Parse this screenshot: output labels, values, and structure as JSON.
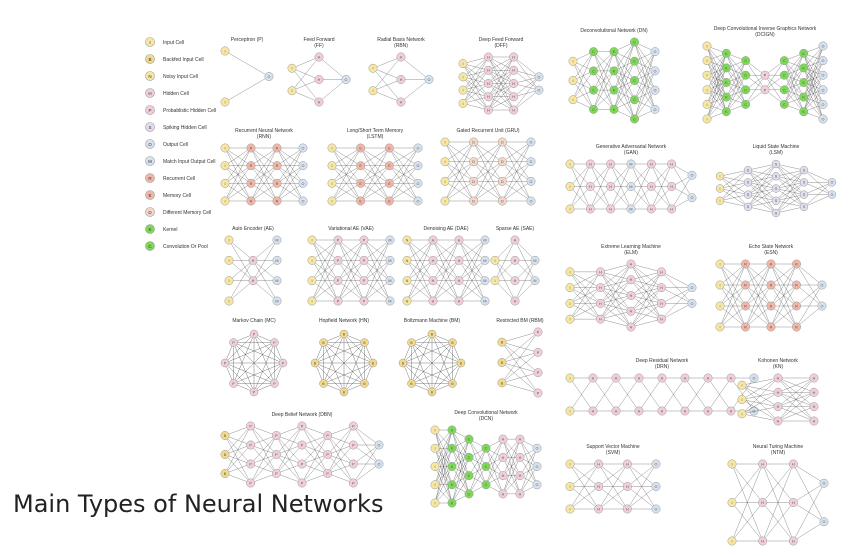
{
  "caption": "Main Types of Neural Networks",
  "colors": {
    "I": "#f7e7a3",
    "B": "#f3d98a",
    "N": "#f7e7a3",
    "H": "#f1cfd9",
    "P": "#f1cfd9",
    "S": "#e3dbee",
    "O": "#d7e2f0",
    "M": "#d7e2f0",
    "R": "#f2b6a8",
    "E": "#f2b6a8",
    "D": "#f4d7c7",
    "K": "#7ed957",
    "C": "#7ed957",
    "edge": "#444444",
    "stroke": "#999999"
  },
  "legend": [
    {
      "code": "I",
      "label": "Input Cell"
    },
    {
      "code": "B",
      "label": "Backfed Input Cell"
    },
    {
      "code": "N",
      "label": "Noisy Input Cell"
    },
    {
      "code": "H",
      "label": "Hidden Cell"
    },
    {
      "code": "P",
      "label": "Probablistic Hidden Cell"
    },
    {
      "code": "S",
      "label": "Spiking Hidden Cell"
    },
    {
      "code": "O",
      "label": "Output Cell"
    },
    {
      "code": "M",
      "label": "Match Input Output Cell"
    },
    {
      "code": "R",
      "label": "Recurrent Cell"
    },
    {
      "code": "E",
      "label": "Memory Cell"
    },
    {
      "code": "D",
      "label": "Different Memory Cell"
    },
    {
      "code": "K",
      "label": "Kernel"
    },
    {
      "code": "C",
      "label": "Convolution Or Pool"
    }
  ],
  "networks": [
    {
      "id": "p",
      "title": [
        "Perceptron (P)"
      ],
      "layers": [
        "II",
        "O"
      ]
    },
    {
      "id": "ff",
      "title": [
        "Feed Forward",
        "(FF)"
      ],
      "layers": [
        "II",
        "HHH",
        "O"
      ]
    },
    {
      "id": "rbf",
      "title": [
        "Radial Basis Network",
        "(RBN)"
      ],
      "layers": [
        "II",
        "HHH",
        "O"
      ]
    },
    {
      "id": "dff",
      "title": [
        "Deep Feed Forward",
        "(DFF)"
      ],
      "layers": [
        "IIII",
        "HHHHH",
        "HHHHH",
        "OO"
      ]
    },
    {
      "id": "rnn",
      "title": [
        "Recurrent Neural Network",
        "(RNN)"
      ],
      "layers": [
        "IIII",
        "RRRR",
        "RRRR",
        "OOOO"
      ]
    },
    {
      "id": "lstm",
      "title": [
        "Long/Short Term Memory",
        "(LSTM)"
      ],
      "layers": [
        "IIII",
        "EEEE",
        "EEEE",
        "OOOO"
      ]
    },
    {
      "id": "gru",
      "title": [
        "Gated Recurrent Unit (GRU)"
      ],
      "layers": [
        "IIII",
        "DDDD",
        "DDDD",
        "OOOO"
      ]
    },
    {
      "id": "ae",
      "title": [
        "Auto Encoder (AE)"
      ],
      "layers": [
        "IIII",
        "HH",
        "MMMM"
      ]
    },
    {
      "id": "vae",
      "title": [
        "Variational AE (VAE)"
      ],
      "layers": [
        "IIII",
        "PPPP",
        "PPPP",
        "MMMM"
      ]
    },
    {
      "id": "dae",
      "title": [
        "Denoising AE (DAE)"
      ],
      "layers": [
        "NNNN",
        "HHHH",
        "HHHH",
        "MMMM"
      ]
    },
    {
      "id": "sae",
      "title": [
        "Sparse AE (SAE)"
      ],
      "layers": [
        "II",
        "HHHH",
        "MM"
      ]
    },
    {
      "id": "mc",
      "title": [
        "Markov Chain (MC)"
      ],
      "mesh": "P"
    },
    {
      "id": "hn",
      "title": [
        "Hopfield Network (HN)"
      ],
      "mesh": "B"
    },
    {
      "id": "bm",
      "title": [
        "Boltzmann Machine (BM)"
      ],
      "mesh": "B"
    },
    {
      "id": "rbm",
      "title": [
        "Restricted BM (RBM)"
      ],
      "layers": [
        "BBB",
        "PPPP"
      ]
    },
    {
      "id": "dbn",
      "title": [
        "Deep Belief Network (DBN)"
      ],
      "layers": [
        "BBB",
        "PPPP",
        "PPP",
        "PPPP",
        "PPP",
        "PPPP",
        "OO"
      ]
    },
    {
      "id": "dcn",
      "title": [
        "Deep Convolutional Network",
        "(DCN)"
      ],
      "layers": [
        "IIIII",
        "KKKKK",
        "CCCC",
        "CCC",
        "HHHH",
        "HHHH",
        "OOO"
      ]
    },
    {
      "id": "dn",
      "title": [
        "Deconvolutional Network (DN)"
      ],
      "layers": [
        "III",
        "CCCC",
        "KKKK",
        "CCCCC",
        "OOOO"
      ]
    },
    {
      "id": "dcign",
      "title": [
        "Deep Convolutional Inverse Graphics Network",
        "(DCIGN)"
      ],
      "layers": [
        "IIIIII",
        "KKKKK",
        "CCCC",
        "PP",
        "CCCC",
        "KKKKK",
        "OOOOOO"
      ]
    },
    {
      "id": "gan",
      "title": [
        "Generative Adversarial Network",
        "(GAN)"
      ],
      "layers": [
        "III",
        "HHH",
        "HHH",
        "MMM",
        "HHH",
        "HHH",
        "OO"
      ]
    },
    {
      "id": "lsm",
      "title": [
        "Liquid State Machine",
        "(LSM)"
      ],
      "layers": [
        "III",
        "SSSS",
        "SSSSS",
        "SSSS",
        "OO"
      ]
    },
    {
      "id": "elm",
      "title": [
        "Extreme Learning Machine",
        "(ELM)"
      ],
      "layers": [
        "IIII",
        "HHHH",
        "HHHHH",
        "HHHH",
        "OO"
      ]
    },
    {
      "id": "esn",
      "title": [
        "Echo State Network",
        "(ESN)"
      ],
      "layers": [
        "IIII",
        "RRRR",
        "RRRR",
        "RRRR",
        "OO"
      ]
    },
    {
      "id": "drn",
      "title": [
        "Deep Residual Network",
        "(DRN)"
      ],
      "layers": [
        "II",
        "HH",
        "HH",
        "HH",
        "HH",
        "HH",
        "HH",
        "HH",
        "OO"
      ]
    },
    {
      "id": "kn",
      "title": [
        "Kohonen Network",
        "(KN)"
      ],
      "layers": [
        "III",
        "HHHH",
        "HHHH"
      ]
    },
    {
      "id": "svm",
      "title": [
        "Support Vector Machine",
        "(SVM)"
      ],
      "layers": [
        "III",
        "HHH",
        "HHH",
        "OOO"
      ]
    },
    {
      "id": "ntm",
      "title": [
        "Neural Turing Machine",
        "(NTM)"
      ],
      "layers": [
        "III",
        "HHH",
        "HHH",
        "OO"
      ]
    }
  ]
}
